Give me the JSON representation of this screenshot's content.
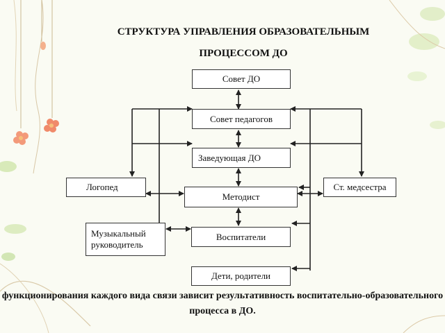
{
  "title": {
    "line1": "СТРУКТУРА УПРАВЛЕНИЯ ОБРАЗОВАТЕЛЬНЫМ",
    "line2": "ПРОЦЕССОМ ДО"
  },
  "nodes": {
    "council": "Совет ДО",
    "teachers_council": "Совет педагогов",
    "head": "Заведующая ДО",
    "methodist": "Методист",
    "speech_therapist": "Логопед",
    "nurse": "Ст. медсестра",
    "music_director_1": "Музыкальный",
    "music_director_2": "руководитель",
    "educators": "Воспитатели",
    "children_parents": "Дети, родители"
  },
  "footer": {
    "line1": "функционирования каждого вида связи зависит результативность воспитательно-образовательного",
    "line2": "процесса в ДО."
  },
  "colors": {
    "background": "#fafbf3",
    "line": "#222222",
    "box_border": "#333333",
    "flower": "#f08a6a",
    "leaf": "#b8d98a"
  }
}
